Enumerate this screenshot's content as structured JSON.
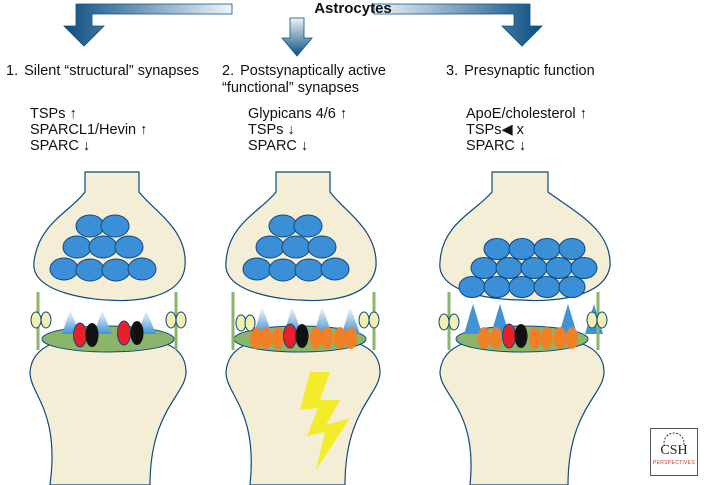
{
  "title": "Astrocytes",
  "stages": [
    {
      "number": "1.",
      "label": "Silent “structural” synapses",
      "molecules": [
        "TSPs ↑",
        "SPARCL1/Hevin ↑",
        "SPARC ↓"
      ]
    },
    {
      "number": "2.",
      "label": "Postsynaptically active “functional” synapses",
      "molecules": [
        "Glypicans 4/6 ↑",
        "TSPs ↓",
        "SPARC ↓"
      ]
    },
    {
      "number": "3.",
      "label": "Presynaptic function",
      "molecules": [
        "ApoE/cholesterol ↑",
        "TSPs◀ x",
        "SPARC ↓"
      ]
    }
  ],
  "logo": {
    "main": "CSH",
    "sub": "PERSPECTIVES"
  },
  "colors": {
    "arrow_dark": "#0b4f82",
    "arrow_light": "#dbe8f4",
    "neuron_fill": "#f5eed6",
    "neuron_stroke": "#0d4a80",
    "vesicle": "#3b8fd6",
    "postsynaptic_density": "#8bb56a",
    "receptor_red": "#e8202a",
    "receptor_black": "#111111",
    "receptor_orange": "#f07f25",
    "spike": "#f3ec2a"
  }
}
